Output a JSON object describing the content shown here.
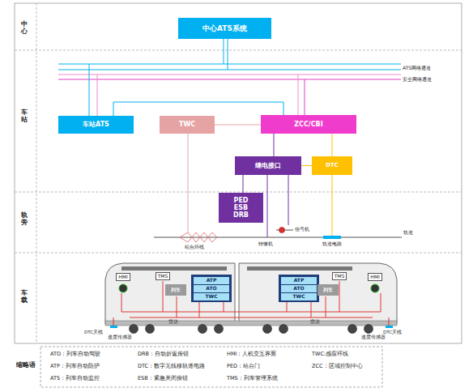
{
  "diagram": {
    "nodes": [
      {
        "text": [
          "中心ATS系统"
        ]
      },
      {
        "text": [
          "车站ATS"
        ]
      },
      {
        "text": [
          "TWC"
        ]
      },
      {
        "text": [
          "ZCC/CBI"
        ]
      },
      {
        "text": [
          "继电接口"
        ]
      },
      {
        "text": [
          "DTC"
        ]
      },
      {
        "text": [
          "PED ESB DRB"
        ]
      },
      {
        "text": [
          "HMI"
        ]
      },
      {
        "text": [
          "TMS"
        ]
      },
      {
        "text": [
          "列车"
        ]
      },
      {
        "text": [
          "ATP"
        ]
      },
      {
        "text": [
          "ATO"
        ]
      },
      {
        "text": [
          "TWC"
        ]
      },
      {
        "text": [
          "ATP"
        ]
      },
      {
        "text": [
          "ATO"
        ]
      },
      {
        "text": [
          "TWC"
        ]
      },
      {
        "text": [
          "列车"
        ]
      },
      {
        "text": [
          "TMS"
        ]
      },
      {
        "text": [
          "HMI"
        ]
      }
    ],
    "edges": [
      {
        "from": 1,
        "to": 3,
        "arrow": "none"
      },
      {
        "from": 2,
        "to": 3,
        "arrow": "none"
      },
      {
        "from": 3,
        "to": 4,
        "arrow": "none"
      },
      {
        "from": 3,
        "to": 5,
        "arrow": "none"
      },
      {
        "from": 4,
        "to": 5,
        "arrow": "none"
      },
      {
        "from": 4,
        "to": 6,
        "arrow": "none"
      }
    ],
    "labels": [
      "中心",
      "车站",
      "轨旁",
      "车载",
      "缩略语",
      "ATS网络通道",
      "安全网络通道",
      "信号机",
      "转辙机",
      "站台环线",
      "轨道电路",
      "轨道",
      "DTC天线",
      "速度传感器",
      "雷达",
      "雷达",
      "DTC天线",
      "速度传感器",
      "ATO：列车自动驾驶",
      "ATP：列车自动防护",
      "ATS：列车自动监控",
      "DRB：自动折返按钮",
      "DTC：数字无线移轨道电路",
      "ESB：紧急关闭按钮",
      "HMI：人机交互界面",
      "PED：站台门",
      "TMS：列车管理系统",
      "TWC:感应环线",
      "ZCC：区域控制中心"
    ]
  }
}
